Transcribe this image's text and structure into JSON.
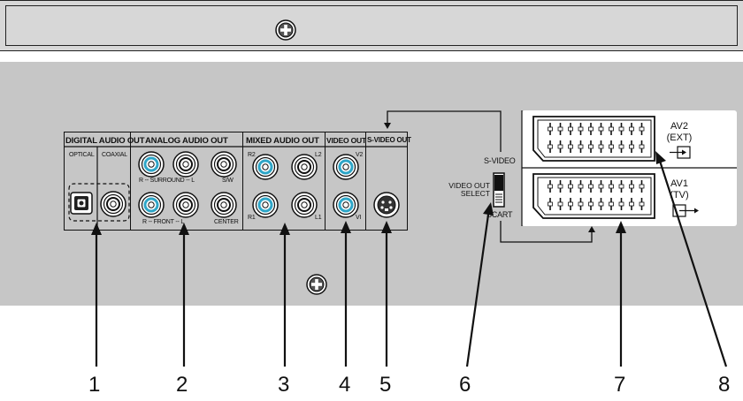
{
  "connectors": {
    "digital_audio_out": {
      "header": "DIGITAL AUDIO OUT",
      "optical": "OPTICAL",
      "coaxial": "COAXIAL"
    },
    "analog_audio_out": {
      "header": "ANALOG AUDIO OUT",
      "surround": "R -- SURROUND -- L",
      "sw": "S/W",
      "front": "R  --  FRONT  --  L",
      "center": "CENTER"
    },
    "mixed_audio_out": {
      "header": "MIXED AUDIO OUT",
      "r2": "R2",
      "l2": "L2",
      "r1": "R1",
      "l1": "L1"
    },
    "video_out": {
      "header": "VIDEO OUT",
      "v2": "V2",
      "v1": "VI"
    },
    "s_video_out": {
      "header": "S-VIDEO OUT"
    },
    "video_out_select": {
      "title": "VIDEO OUT SELECT",
      "option_top": "S-VIDEO",
      "option_bottom": "SCART"
    },
    "scart": {
      "av2_name": "AV2",
      "av2_sub": "(EXT)",
      "av1_name": "AV1",
      "av1_sub": "(TV)"
    }
  },
  "callouts": [
    "1",
    "2",
    "3",
    "4",
    "5",
    "6",
    "7",
    "8"
  ],
  "colors": {
    "panel": "#c6c6c6",
    "strip": "#d7d7d7",
    "jack_ring": "#2ea6c8",
    "line": "#111111"
  },
  "icons": [
    "screw-plus-icon",
    "scart-connector-icon",
    "rca-jack-icon",
    "optical-port-icon",
    "s-video-port-icon",
    "input-arrow-icon",
    "output-arrow-icon"
  ]
}
